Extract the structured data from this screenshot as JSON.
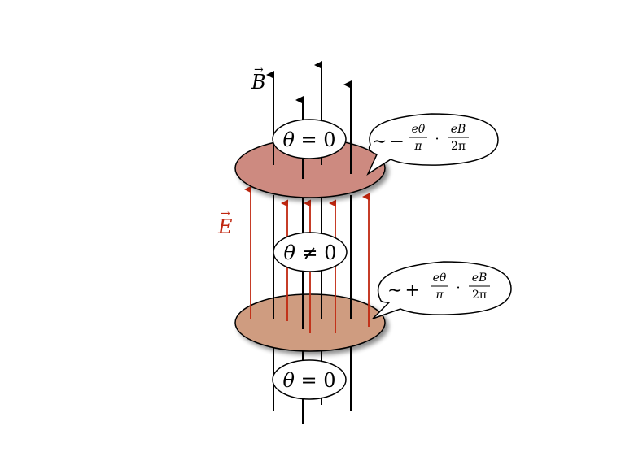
{
  "labels": {
    "b_field": {
      "letter": "B",
      "vec": "→"
    },
    "e_field": {
      "letter": "E",
      "vec": "→"
    },
    "region_top": {
      "theta": "θ",
      "op": " = ",
      "value": "0"
    },
    "region_middle": {
      "theta": "θ",
      "op": " ≠ ",
      "value": "0"
    },
    "region_bottom": {
      "theta": "θ",
      "op": " = ",
      "value": "0"
    }
  },
  "callouts": {
    "top": {
      "tilde": "∼",
      "sign": "−",
      "num1": "eθ",
      "den1": "π",
      "dot": "·",
      "num2": "eB",
      "den2": "2π"
    },
    "bottom": {
      "tilde": "∼",
      "sign": "+",
      "num1": "eθ",
      "den1": "π",
      "dot": "·",
      "num2": "eB",
      "den2": "2π"
    }
  },
  "colors": {
    "b_lines": "#000000",
    "e_lines": "#c0260f",
    "top_disk": "#cd8a80",
    "bottom_disk": "#cf9c80",
    "e_label": "#c0260f"
  }
}
